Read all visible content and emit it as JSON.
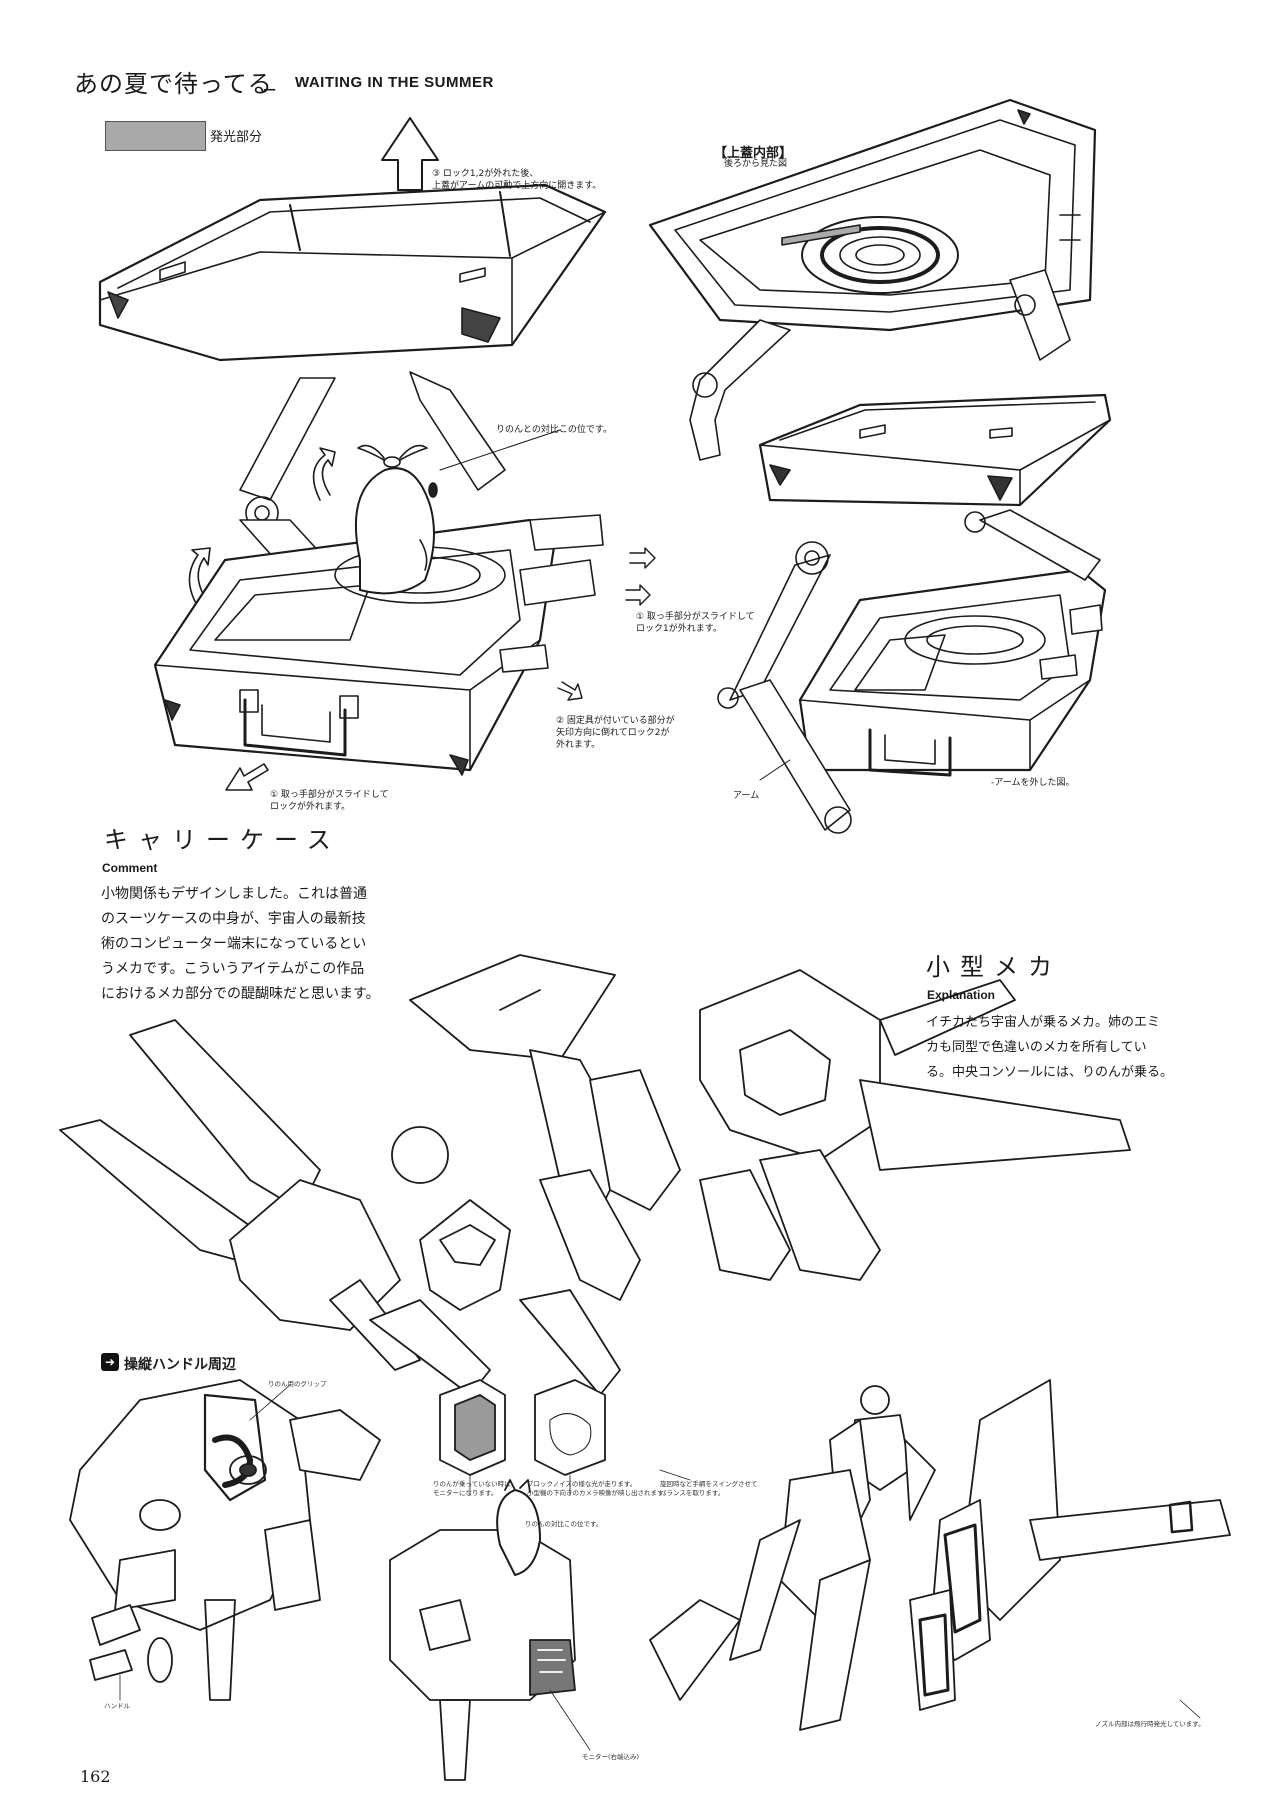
{
  "header": {
    "title_jp": "あの夏で待ってる",
    "separator": "_",
    "title_en": "WAITING IN THE SUMMER"
  },
  "legend": {
    "label": "発光部分",
    "swatch_color": "#a9a9a9"
  },
  "case_notes": {
    "step3": "③ ロック1,2が外れた後、\n上蓋がアームの可動で上方向に開きます。",
    "rinon_scale": "りのんとの対比この位です。",
    "step1_right": "① 取っ手部分がスライドして\nロック1が外れます。",
    "step2": "② 固定具が付いている部分が\n矢印方向に倒れてロック2が\n外れます。",
    "step1_left": "① 取っ手部分がスライドして\nロックが外れます。",
    "arm_label": "アーム",
    "arm_removed": "-アームを外した図。",
    "lid_interior_title": "【上蓋内部】",
    "lid_interior_sub": "後ろから見た図"
  },
  "carry_case": {
    "heading": "キャリーケース",
    "comment_label": "Comment",
    "comment_text": "小物関係もデザインしました。これは普通\nのスーツケースの中身が、宇宙人の最新技\n術のコンピューター端末になっているとい\nうメカです。こういうアイテムがこの作品\nにおけるメカ部分での醍醐味だと思います。"
  },
  "small_mecha": {
    "heading": "小型メカ",
    "explanation_label": "Explanation",
    "explanation_text": "イチカたち宇宙人が乗るメカ。姉のエミ\nカも同型で色違いのメカを所有してい\nる。中央コンソールには、りのんが乗る。"
  },
  "handle_section": {
    "icon": "arrow-right-icon",
    "title": "操縦ハンドル周辺",
    "notes": [
      "りのん用のグリップ",
      "りのんが乗っていない時は\nモニターになります。",
      "ブロックノイズの様な光が走ります。\n小型機の下向きのカメラ映像が映し出されます。",
      "旋回時など手綱をスイングさせて\nバランスを取ります。",
      "りのんの対比この位です。",
      "モニター(右端込み)",
      "ハンドル",
      "ノズル内部は飛行時発光しています。"
    ]
  },
  "page_number": "162"
}
